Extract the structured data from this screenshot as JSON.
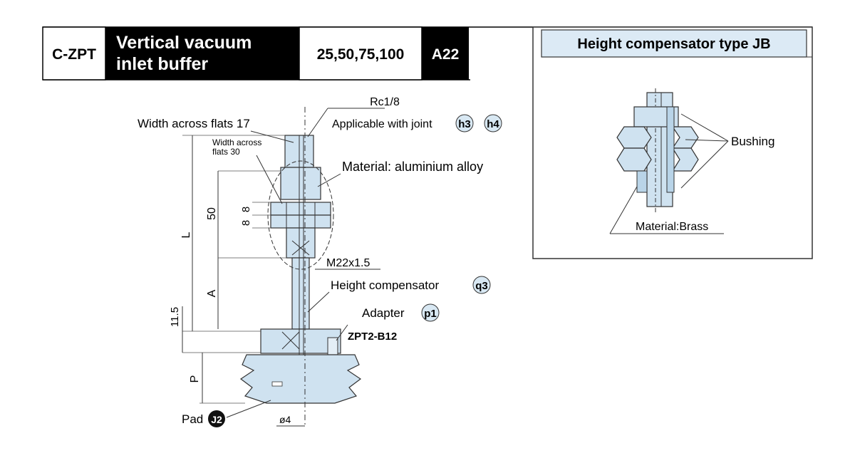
{
  "header": {
    "code": "C-ZPT",
    "title_line1": "Vertical vacuum",
    "title_line2": "inlet buffer",
    "strokes": "25,50,75,100",
    "variant": "A22"
  },
  "main_drawing": {
    "labels": {
      "thread_size": "Rc1/8",
      "joint_text": "Applicable with joint",
      "joint_badge_1": "h3",
      "joint_badge_2": "h4",
      "width_flats_17": "Width across flats 17",
      "width_flats_30_line1": "Width across",
      "width_flats_30_line2": "flats 30",
      "material": "Material: aluminium alloy",
      "thread_m22": "M22x1.5",
      "height_compensator": "Height compensator",
      "height_comp_badge": "q3",
      "adapter": "Adapter",
      "adapter_badge": "p1",
      "adapter_part": "ZPT2-B12",
      "pad": "Pad",
      "pad_badge": "J2",
      "diameter": "ø4"
    },
    "dimensions": {
      "dim_L": "L",
      "dim_50": "50",
      "dim_8a": "8",
      "dim_8b": "8",
      "dim_A": "A",
      "dim_11_5": "11.5",
      "dim_P": "P"
    }
  },
  "detail_view": {
    "title": "Height compensator type JB",
    "bushing": "Bushing",
    "material": "Material:Brass"
  },
  "colors": {
    "part_fill": "#cfe2f0",
    "badge_fill": "#d8e8f3",
    "header_black": "#000000",
    "line": "#333333"
  }
}
